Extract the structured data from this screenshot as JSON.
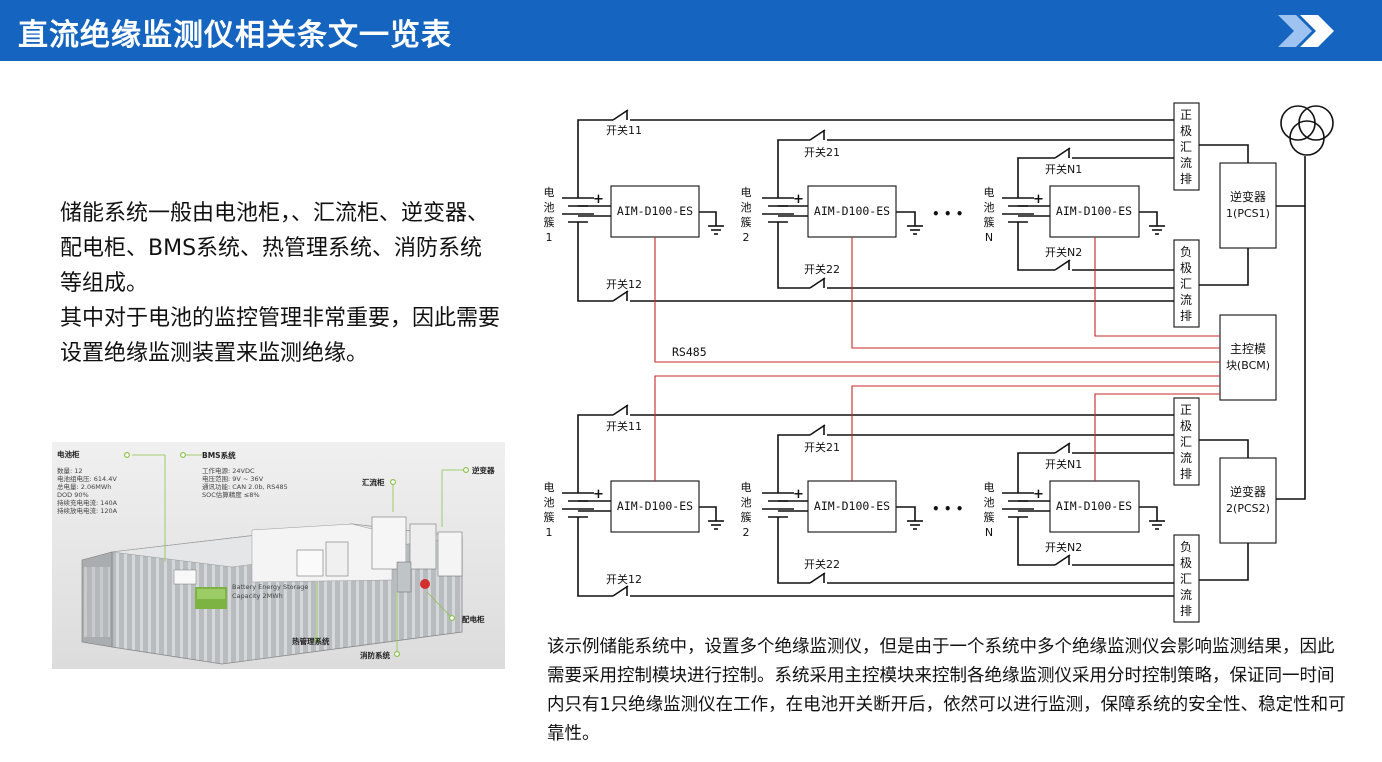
{
  "header": {
    "title": "直流绝缘监测仪相关条文一览表",
    "accent_color": "#1565c0"
  },
  "intro": {
    "para1": "储能系统一般由电池柜，、汇流柜、逆变器、配电柜、BMS系统、热管理系统、消防系统等组成。",
    "para2": "其中对于电池的监控管理非常重要，因此需要设置绝缘监测装置来监测绝缘。"
  },
  "photo": {
    "battery_cabinet": {
      "title": "电池柜",
      "specs": [
        "数量: 12",
        "电池组电压: 614.4V",
        "总电量: 2.06MWh",
        "DOD 90%",
        "持续充电电流: 140A",
        "持续放电电流: 120A"
      ]
    },
    "bms": {
      "title": "BMS系统",
      "specs": [
        "工作电源: 24VDC",
        "电压范围: 9V ~ 36V",
        "通讯功能: CAN 2.0b, RS485",
        "SOC估算精度 ≤8%"
      ]
    },
    "combiner": "汇流柜",
    "inverter": "逆变器",
    "thermal": "热管理系统",
    "fire": "消防系统",
    "distribution": "配电柜",
    "container_text_1": "Battery Energy Storage",
    "container_text_2": "Capacity 2MWh"
  },
  "diagram": {
    "device_label": "AIM-D100-ES",
    "cluster_1": [
      "电",
      "池",
      "簇",
      "1"
    ],
    "cluster_2": [
      "电",
      "池",
      "簇",
      "2"
    ],
    "cluster_n": [
      "电",
      "池",
      "簇",
      "N"
    ],
    "ellipsis": "• • •",
    "switch_11": "开关11",
    "switch_12": "开关12",
    "switch_21": "开关21",
    "switch_22": "开关22",
    "switch_n1": "开关N1",
    "switch_n2": "开关N2",
    "pos_bus": [
      "正",
      "极",
      "汇",
      "流",
      "排"
    ],
    "neg_bus": [
      "负",
      "极",
      "汇",
      "流",
      "排"
    ],
    "inverter_1": [
      "逆变器",
      "1(PCS1)"
    ],
    "inverter_2": [
      "逆变器",
      "2(PCS2)"
    ],
    "bcm": [
      "主控模",
      "块(BCM)"
    ],
    "rs485": "RS485",
    "signal_color": "#c62828"
  },
  "description": "该示例储能系统中，设置多个绝缘监测仪，但是由于一个系统中多个绝缘监测仪会影响监测结果，因此需要采用控制模块进行控制。系统采用主控模块来控制各绝缘监测仪采用分时控制策略，保证同一时间内只有1只绝缘监测仪在工作，在电池开关断开后，依然可以进行监测，保障系统的安全性、稳定性和可靠性。"
}
